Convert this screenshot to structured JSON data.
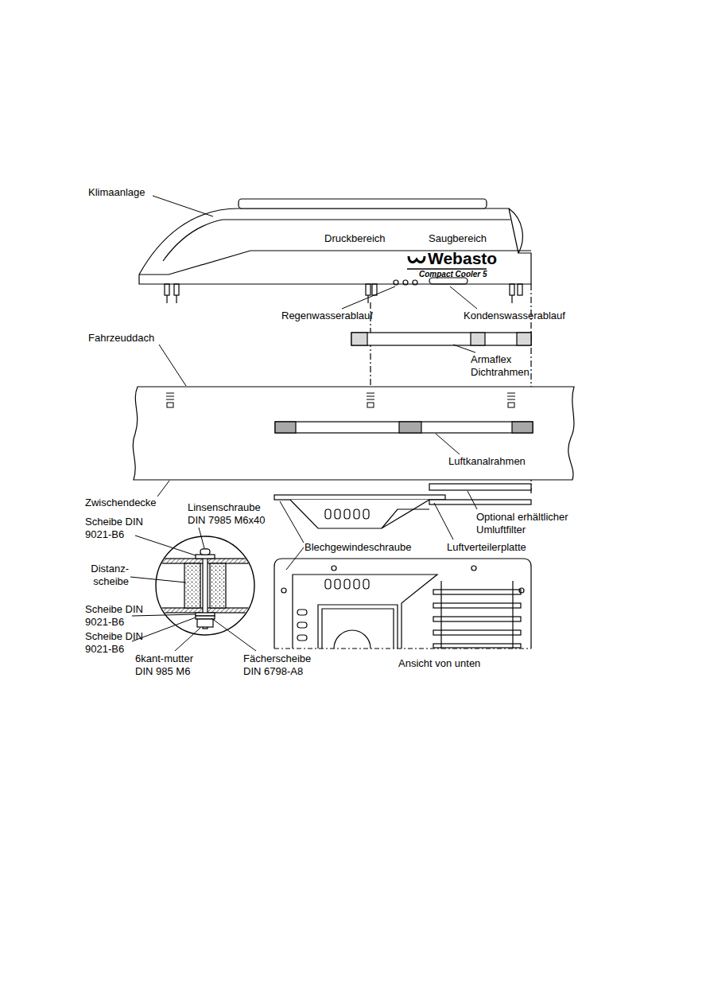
{
  "diagram": {
    "labels": [
      "Klimaanlage",
      "Druckbereich",
      "Saugbereich",
      "Webasto",
      "Compact Cooler 5",
      "Regenwasserablauf",
      "Kondenswasserablauf",
      "Fahrzeuddach",
      "Armaflex Dichtrahmen",
      "Luftkanalrahmen",
      "Zwischendecke",
      "Linsenschraube DIN 7985 M6x40",
      "Scheibe DIN 9021-B6",
      "Distanz- scheibe",
      "Scheibe DIN 9021-B6",
      "Scheibe DIN 9021-B6",
      "6kant-mutter DIN 985 M6",
      "Fächerscheibe DIN 6798-A8",
      "Blechgewindeschraube",
      "Optional erhältlicher Umluftfilter",
      "Luftverteilerplatte",
      "Ansicht von unten"
    ]
  }
}
